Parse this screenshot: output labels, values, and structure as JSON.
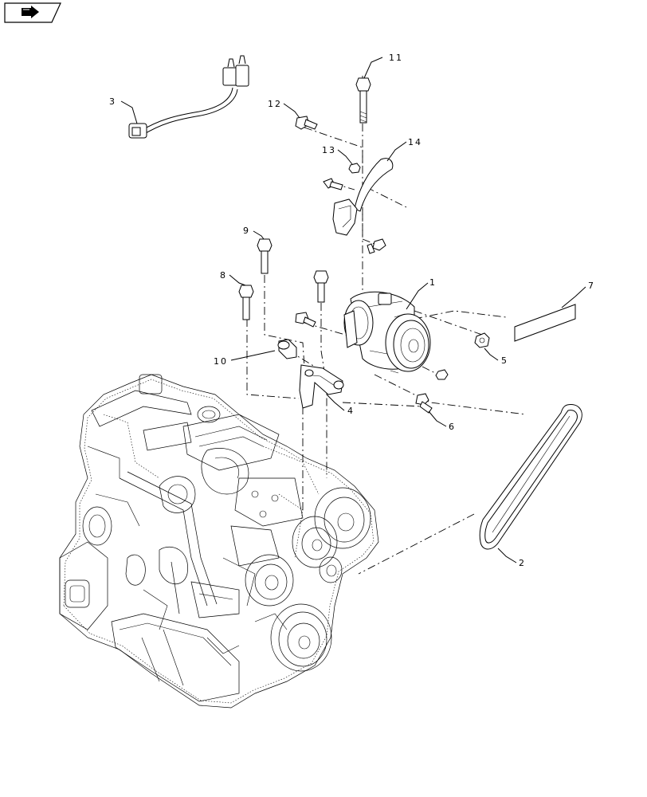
{
  "nav": {
    "icon": "next-page-arrow-icon"
  },
  "callouts": [
    {
      "id": "1",
      "label": "1"
    },
    {
      "id": "2",
      "label": "2"
    },
    {
      "id": "3",
      "label": "3"
    },
    {
      "id": "4",
      "label": "4"
    },
    {
      "id": "5",
      "label": "5"
    },
    {
      "id": "6",
      "label": "6"
    },
    {
      "id": "7",
      "label": "7"
    },
    {
      "id": "8",
      "label": "8"
    },
    {
      "id": "9",
      "label": "9"
    },
    {
      "id": "10",
      "label": "10"
    },
    {
      "id": "11",
      "label": "11"
    },
    {
      "id": "12",
      "label": "12"
    },
    {
      "id": "13",
      "label": "13"
    },
    {
      "id": "14",
      "label": "14"
    }
  ],
  "colors": {
    "line": "#000000",
    "background": "#ffffff"
  }
}
